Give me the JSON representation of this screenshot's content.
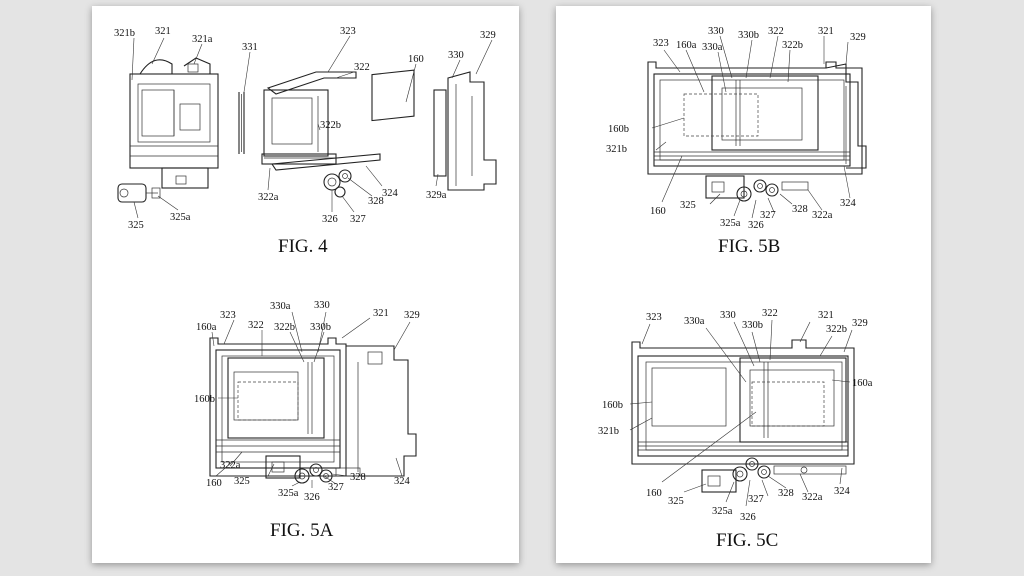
{
  "fig4": {
    "caption": "FIG. 4",
    "labels": {
      "l321b": "321b",
      "l321": "321",
      "l321a": "321a",
      "l331": "331",
      "l323": "323",
      "l322": "322",
      "l160": "160",
      "l330": "330",
      "l329": "329",
      "l322b": "322b",
      "l324": "324",
      "l322a": "322a",
      "l328": "328",
      "l326": "326",
      "l327": "327",
      "l325": "325",
      "l325a": "325a",
      "l329a": "329a"
    }
  },
  "fig5a": {
    "caption": "FIG. 5A",
    "labels": {
      "l330a": "330a",
      "l330": "330",
      "l321": "321",
      "l329": "329",
      "l323": "323",
      "l322": "322",
      "l322b": "322b",
      "l330b": "330b",
      "l160a": "160a",
      "l160b": "160b",
      "l322a": "322a",
      "l160": "160",
      "l325": "325",
      "l327": "327",
      "l328": "328",
      "l324": "324",
      "l325a": "325a",
      "l326": "326"
    }
  },
  "fig5b": {
    "caption": "FIG. 5B",
    "labels": {
      "l330": "330",
      "l330b": "330b",
      "l322": "322",
      "l321": "321",
      "l323": "323",
      "l160a": "160a",
      "l330a": "330a",
      "l322b": "322b",
      "l329": "329",
      "l160b": "160b",
      "l321b": "321b",
      "l160": "160",
      "l325": "325",
      "l325a": "325a",
      "l326": "326",
      "l327": "327",
      "l328": "328",
      "l322a": "322a",
      "l324": "324"
    }
  },
  "fig5c": {
    "caption": "FIG. 5C",
    "labels": {
      "l323": "323",
      "l330a": "330a",
      "l330": "330",
      "l322": "322",
      "l321": "321",
      "l330b": "330b",
      "l322b": "322b",
      "l329": "329",
      "l160a": "160a",
      "l160b": "160b",
      "l321b": "321b",
      "l160": "160",
      "l325": "325",
      "l325a": "325a",
      "l326": "326",
      "l327": "327",
      "l328": "328",
      "l322a": "322a",
      "l324": "324"
    }
  }
}
